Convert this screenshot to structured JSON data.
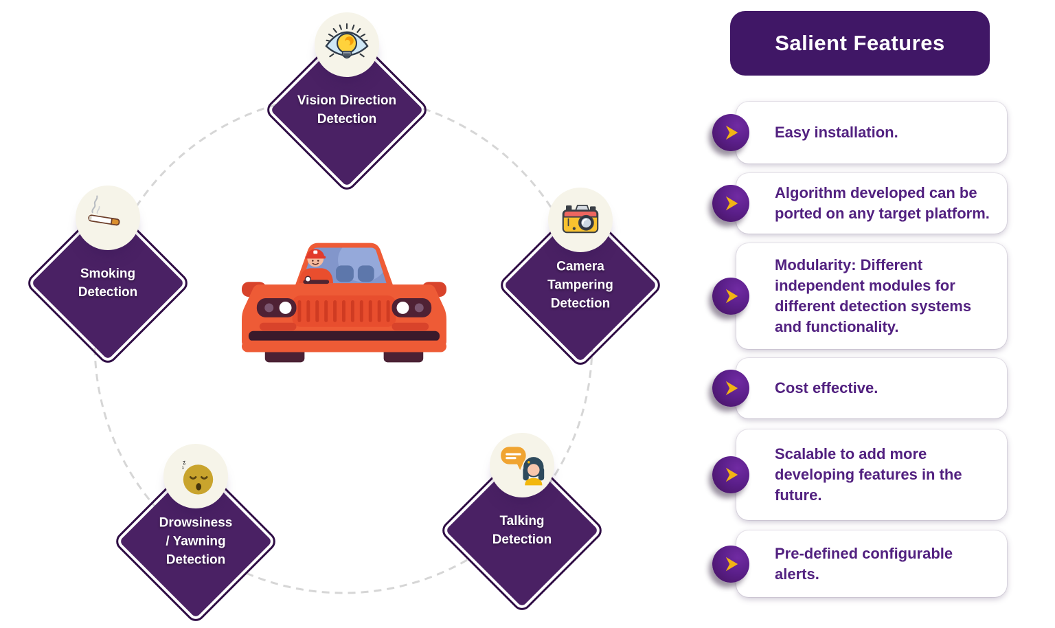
{
  "salient": {
    "title": "Salient Features",
    "features": [
      "Easy installation.",
      "Algorithm developed can be ported on any target platform.",
      "Modularity: Different independent modules for different detection systems and functionality.",
      "Cost effective.",
      "Scalable to add more developing features in the future.",
      "Pre-defined configurable alerts."
    ]
  },
  "nodes": [
    {
      "id": "vision",
      "icon": "eye-lightbulb-icon",
      "lines": [
        "Vision Direction",
        "Detection"
      ]
    },
    {
      "id": "smoking",
      "icon": "cigarette-icon",
      "lines": [
        "Smoking",
        "Detection"
      ]
    },
    {
      "id": "camera",
      "icon": "camera-icon",
      "lines": [
        "Camera",
        "Tampering",
        "Detection"
      ]
    },
    {
      "id": "talking",
      "icon": "talking-woman-icon",
      "lines": [
        "Talking",
        "Detection"
      ]
    },
    {
      "id": "drowsiness",
      "icon": "sleepy-face-icon",
      "lines": [
        "Drowsiness",
        "/ Yawning",
        "Detection"
      ]
    }
  ],
  "icons": {
    "sleep_z_small": "z",
    "sleep_z_big": "Z"
  },
  "colors": {
    "diamond_fill": "#4a2164",
    "diamond_outline": "#2f0d45",
    "header_purple": "#401766",
    "bullet_purple": "#5b1f8a",
    "arrow_yellow": "#f2b414",
    "feature_text": "#522180",
    "icon_circle_bg": "#f6f4e9",
    "orbit_dash": "#d6d6d6",
    "car_orange": "#ee5b36"
  }
}
